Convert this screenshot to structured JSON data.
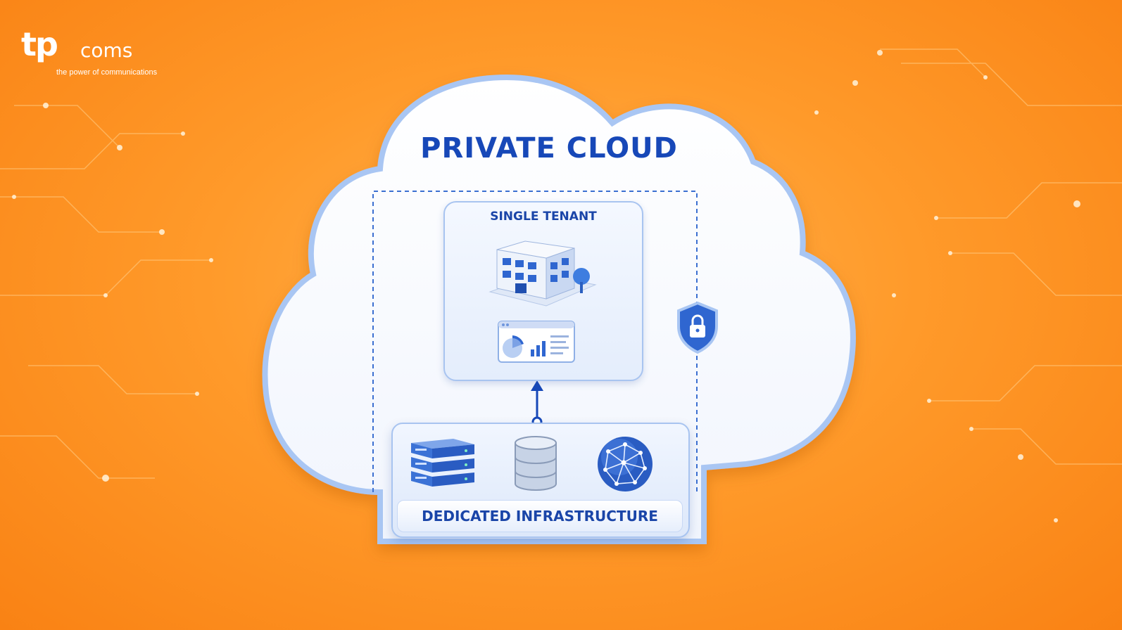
{
  "logo": {
    "mark": "tp",
    "word": "coms",
    "tagline": "the power of communications"
  },
  "diagram": {
    "title": "PRIVATE CLOUD",
    "tenant_label": "SINGLE TENANT",
    "infrastructure_label": "DEDICATED INFRASTRUCTURE"
  },
  "colors": {
    "background": "#ff9a2a",
    "primary_blue": "#1748b8",
    "cloud_border": "#a9c6f3",
    "cloud_fill": "#ffffff"
  },
  "icons": [
    "building-icon",
    "dashboard-icon",
    "server-icon",
    "database-icon",
    "globe-network-icon",
    "shield-lock-icon"
  ]
}
